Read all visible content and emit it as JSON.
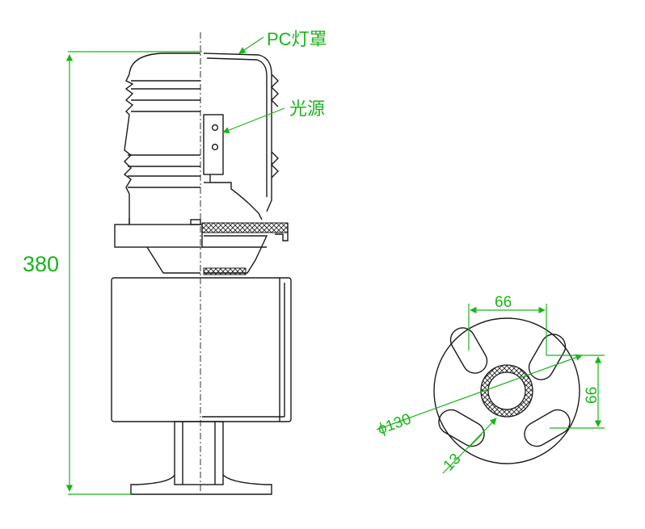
{
  "labels": {
    "pc_cover": "PC灯罩",
    "light_source": "光源"
  },
  "dimensions": {
    "height": "380",
    "outer_diameter": "ϕ130",
    "slot_span_horizontal": "66",
    "slot_span_vertical": "66",
    "slot_width": "13"
  },
  "colors": {
    "dimension_green": "#19b519",
    "line_black": "#1a1a1a"
  }
}
